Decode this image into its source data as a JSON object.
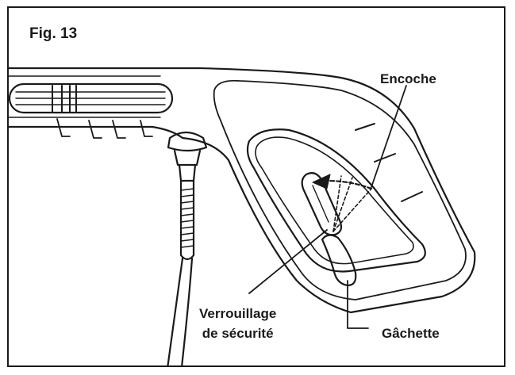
{
  "figure": {
    "title": "Fig. 13",
    "labels": {
      "notch": "Encoche",
      "safety_lock_line1": "Verrouillage",
      "safety_lock_line2": "de sécurité",
      "trigger": "Gâchette"
    }
  },
  "colors": {
    "ink": "#1a1a1a",
    "paper": "#ffffff"
  }
}
